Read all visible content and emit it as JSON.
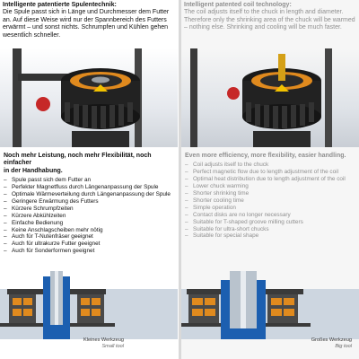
{
  "german": {
    "intro_heading": "Intelligente patentierte Spulentechnik:",
    "intro_text": "Die Spule passt sich in Länge und Durchmesser dem Futter an. Auf diese Weise wird nur der Spannbereich des Futters erwärmt – und sonst nichts. Schrumpfen und Kühlen gehen wesentlich schneller.",
    "features_title_line1": "Noch mehr Leistung, noch mehr Flexibilität, noch einfacher",
    "features_title_line2": "in der Handhabung.",
    "features": [
      "Spule passt sich dem Futter an",
      "Perfekter Magnetfluss durch Längenanpassung der Spule",
      "Optimale Wärmeverteilung durch Längenanpassung der Spule",
      "Geringere Erwärmung des Futters",
      "Kürzere Schrumpfzeiten",
      "Kürzere Abkühlzeiten",
      "Einfache Bedienung",
      "Keine Anschlagscheiben mehr nötig",
      "Auch für T-Nutenfräser geeignet",
      "Auch für ultrakurze Futter geeignet",
      "Auch für Sonderformen geeignet"
    ],
    "caption_de": "Kleines Werkzeug",
    "caption_en": "Small tool"
  },
  "english": {
    "intro_heading": "Intelligent patented coil technology:",
    "intro_text": "The coil adjusts itself to the chuck in length and diameter. Therefore only the shrinking area of the chuck will be warmed – nothing else. Shrinking and cooling will be much faster.",
    "features_title": "Even more efficiency, more flexibility, easier handling.",
    "features": [
      "Coil adjusts itself to the chuck",
      "Perfect magnetic flow due to length adjustment of the coil",
      "Optimal heat distribution due to length adjustment of the coil",
      "Lower chuck warming",
      "Shorter shrinking time",
      "Shorter cooling time",
      "Simple operation",
      "Contact disks are no longer necessary",
      "Suitable for T-shaped groove milling cutters",
      "Suitable for ultra-short chucks",
      "Suitable for special shape"
    ],
    "caption_de": "Großes Werkzeug",
    "caption_en": "Big tool"
  },
  "colors": {
    "accent_blue": "#1c5fb0",
    "coil_orange": "#e08a1e",
    "machine_dark": "#2b2b2b",
    "warning_yellow": "#f2c200",
    "red_handle": "#c62828"
  }
}
